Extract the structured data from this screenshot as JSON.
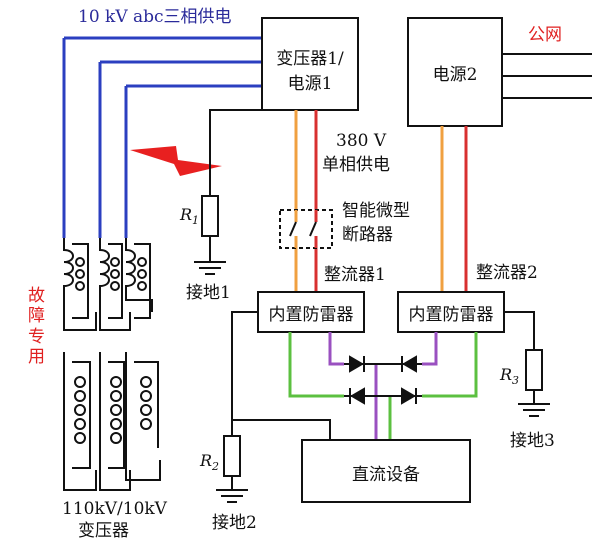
{
  "labels": {
    "supply_10kv": "10 kV abc三相供电",
    "public_grid": "公网",
    "transformer_box_line1": "变压器1/",
    "transformer_box_line2": "电源1",
    "power2_box": "电源2",
    "single_phase_line1": "380 V",
    "single_phase_line2": "单相供电",
    "breaker_line1": "智能微型",
    "breaker_line2": "断路器",
    "rectifier1": "整流器1",
    "rectifier2": "整流器2",
    "lightning_prot_1": "内置防雷器",
    "lightning_prot_2": "内置防雷器",
    "dc_equipment": "直流设备",
    "fault_only_line1": "故",
    "fault_only_line2": "障",
    "fault_only_line3": "专",
    "fault_only_line4": "用",
    "transformer_110_line1": "110kV/10kV",
    "transformer_110_line2": "变压器",
    "r1": "R",
    "r1_sub": "1",
    "r2": "R",
    "r2_sub": "2",
    "r3": "R",
    "r3_sub": "3",
    "ground1": "接地1",
    "ground2": "接地2",
    "ground3": "接地3"
  },
  "colors": {
    "three_phase_blue": "#2b3fc0",
    "single_phase_orange": "#f0a040",
    "single_phase_red": "#d83030",
    "dc_purple": "#9a50c0",
    "dc_green": "#5cc040",
    "lightning_red": "#e82020",
    "public_grid_red": "#e02020"
  }
}
